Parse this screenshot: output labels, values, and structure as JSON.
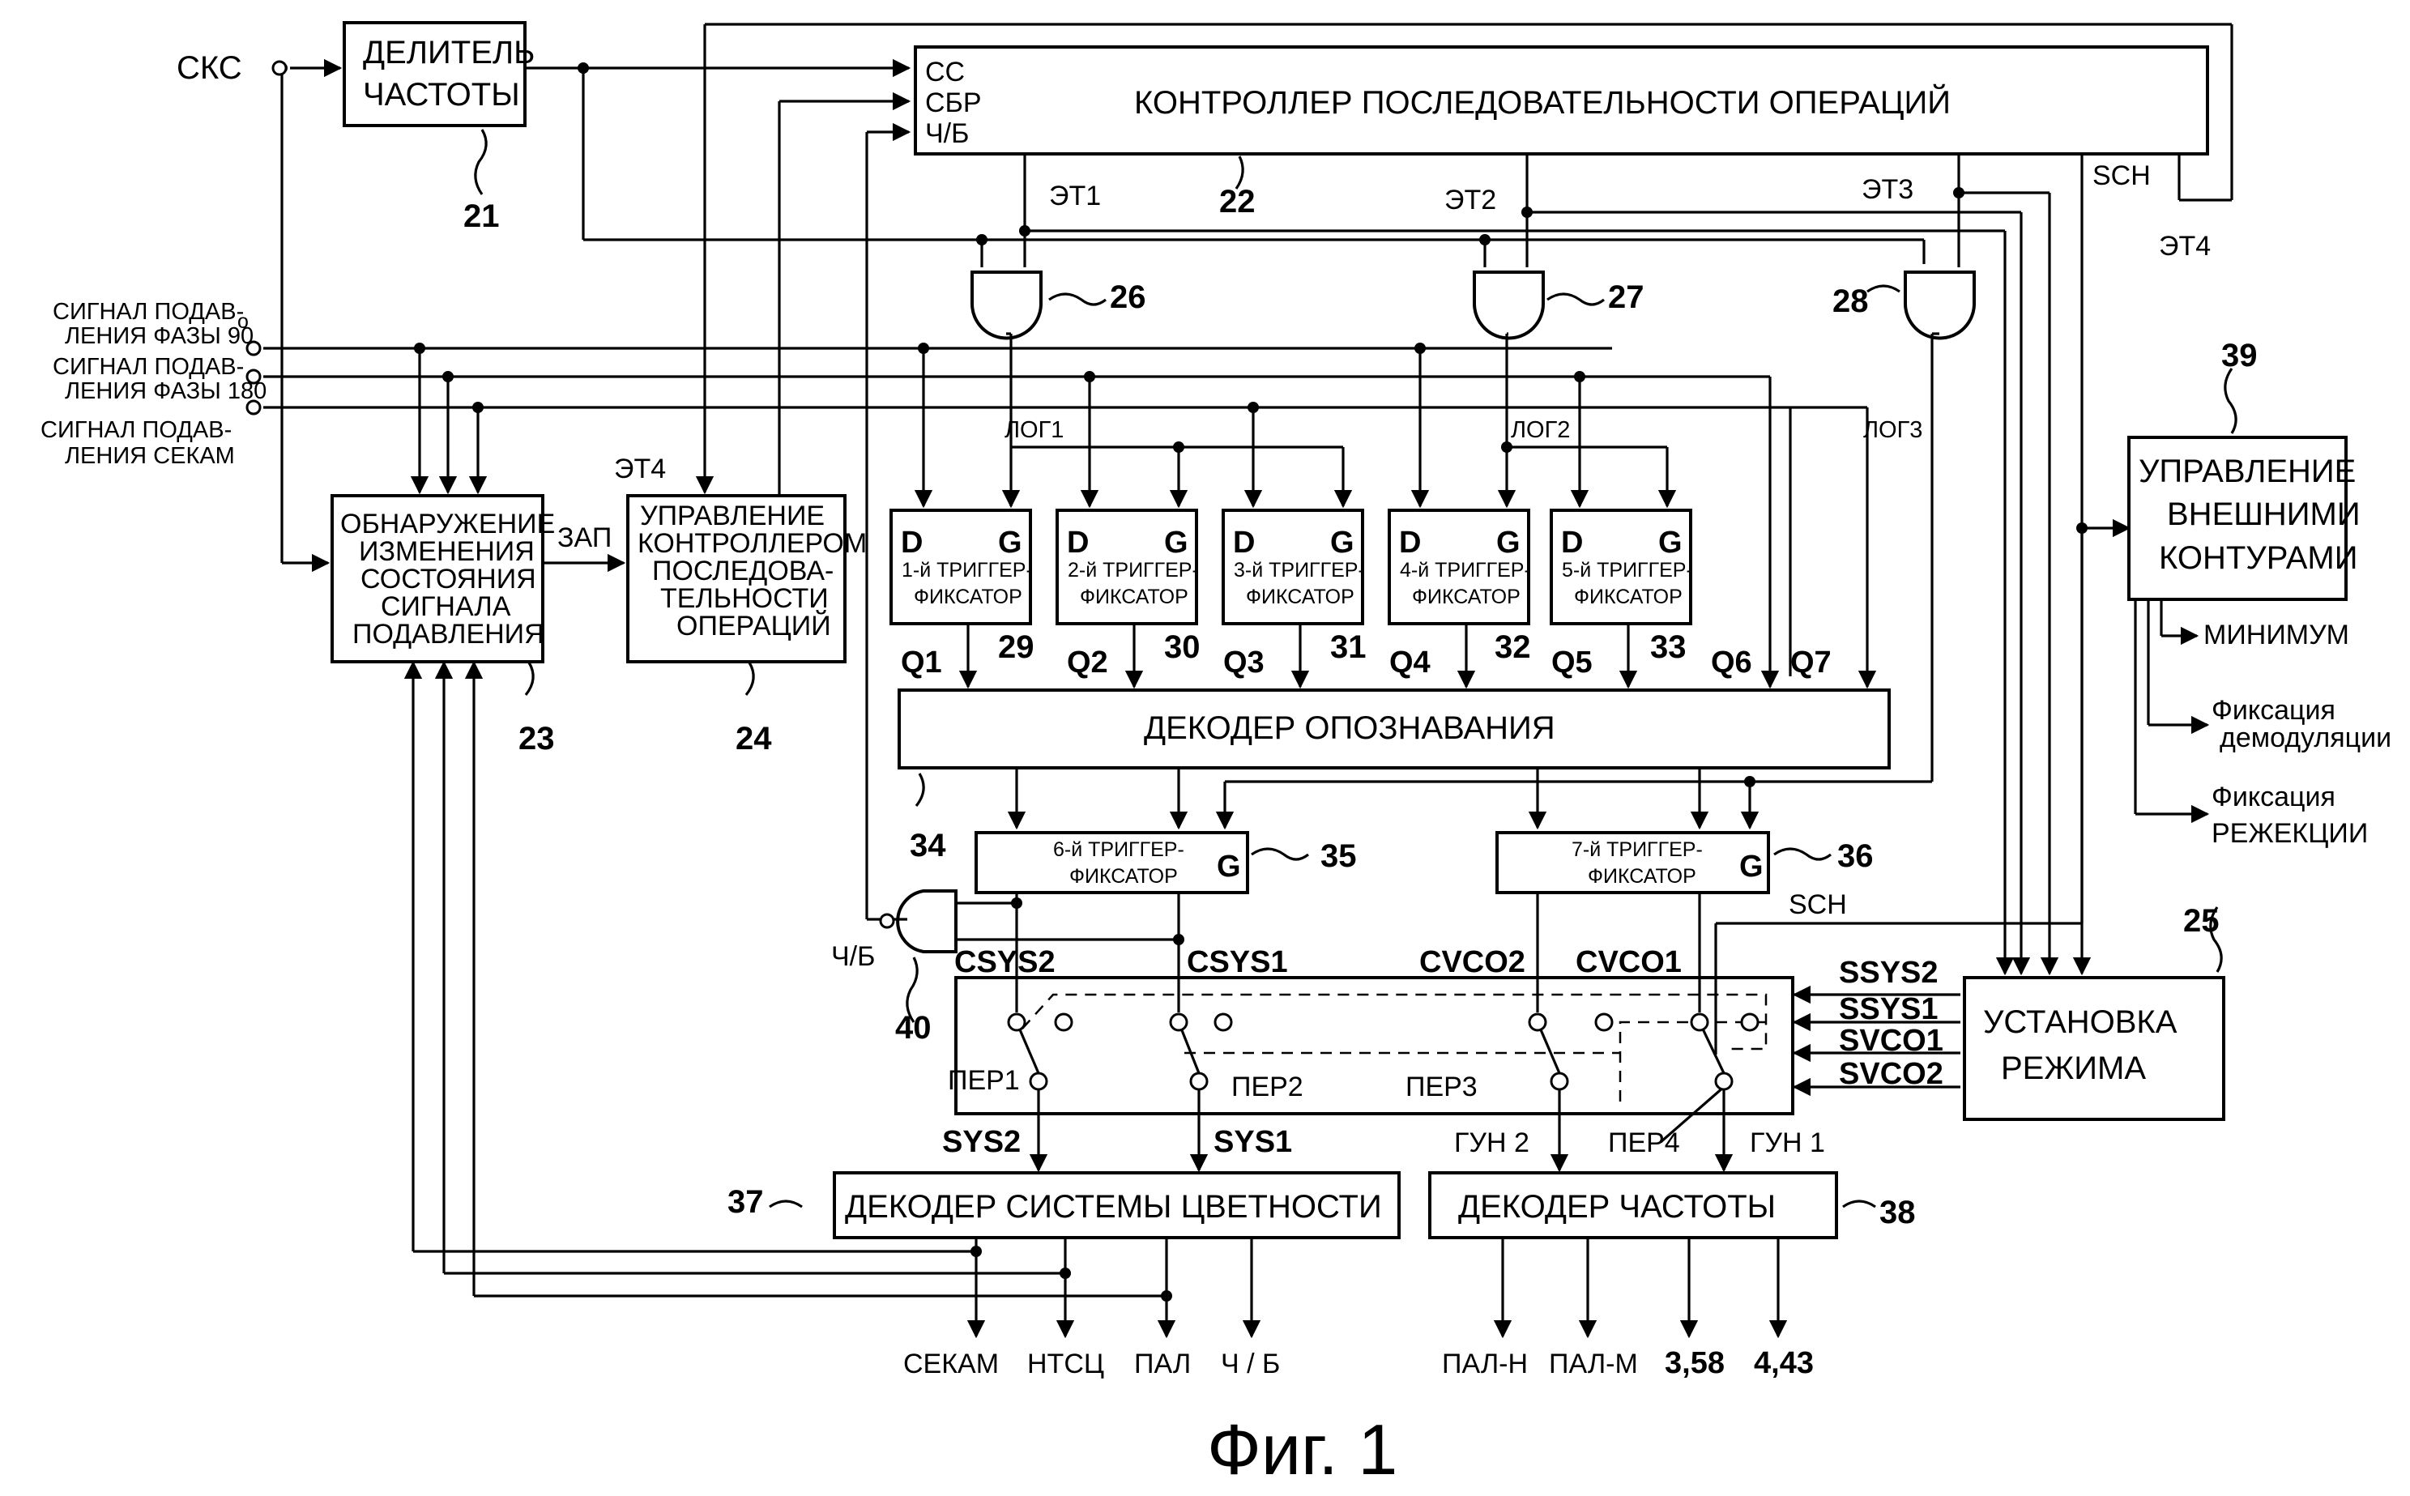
{
  "figure": {
    "caption": "Фиг. 1"
  },
  "inputs": {
    "ckc": "СКС",
    "sup90": [
      "СИГНАЛ ПОДАВ-",
      "ЛЕНИЯ ФАЗЫ 90"
    ],
    "sup180": [
      "СИГНАЛ ПОДАВ-",
      "ЛЕНИЯ ФАЗЫ 180"
    ],
    "supsecam": [
      "СИГНАЛ ПОДАВ-",
      "ЛЕНИЯ СЕКАМ"
    ]
  },
  "blocks": {
    "divider": {
      "lines": [
        "ДЕЛИТЕЛЬ",
        "ЧАСТОТЫ"
      ],
      "ref": "21"
    },
    "controller": {
      "title": "КОНТРОЛЛЕР ПОСЛЕДОВАТЕЛЬНОСТИ ОПЕРАЦИЙ",
      "ports": [
        "СС",
        "СБР",
        "Ч/Б"
      ],
      "ref": "22"
    },
    "detect": {
      "lines": [
        "ОБНАРУЖЕНИЕ",
        "ИЗМЕНЕНИЯ",
        "СОСТОЯНИЯ",
        "СИГНАЛА",
        "ПОДАВЛЕНИЯ"
      ],
      "ref": "23"
    },
    "ctrl_mgmt": {
      "lines": [
        "УПРАВЛЕНИЕ",
        "КОНТРОЛЛЕРОМ",
        "ПОСЛЕДОВА-",
        "ТЕЛЬНОСТИ",
        "ОПЕРАЦИЙ"
      ],
      "ref": "24"
    },
    "mode": {
      "lines": [
        "УСТАНОВКА",
        "РЕЖИМА"
      ],
      "ref": "25"
    },
    "ident_decoder": {
      "title": "ДЕКОДЕР  ОПОЗНАВАНИЯ",
      "ref": "34"
    },
    "color_decoder": {
      "title": "ДЕКОДЕР СИСТЕМЫ ЦВЕТНОСТИ",
      "ref": "37"
    },
    "freq_decoder": {
      "title": "ДЕКОДЕР  ЧАСТОТЫ",
      "ref": "38"
    },
    "ext": {
      "lines": [
        "УПРАВЛЕНИЕ",
        "ВНЕШНИМИ",
        "КОНТУРАМИ"
      ],
      "ref": "39"
    }
  },
  "latches": [
    {
      "d": "D",
      "g": "G",
      "lines": [
        "1-й ТРИГГЕР-",
        "ФИКСАТОР"
      ],
      "ref": "29",
      "q": "Q1"
    },
    {
      "d": "D",
      "g": "G",
      "lines": [
        "2-й ТРИГГЕР-",
        "ФИКСАТОР"
      ],
      "ref": "30",
      "q": "Q2"
    },
    {
      "d": "D",
      "g": "G",
      "lines": [
        "3-й ТРИГГЕР-",
        "ФИКСАТОР"
      ],
      "ref": "31",
      "q": "Q3"
    },
    {
      "d": "D",
      "g": "G",
      "lines": [
        "4-й ТРИГГЕР-",
        "ФИКСАТОР"
      ],
      "ref": "32",
      "q": "Q4"
    },
    {
      "d": "D",
      "g": "G",
      "lines": [
        "5-й ТРИГГЕР-",
        "ФИКСАТОР"
      ],
      "ref": "33",
      "q": "Q5"
    }
  ],
  "extra_q": [
    "Q6",
    "Q7"
  ],
  "latch6": {
    "lines": [
      "6-й ТРИГГЕР-",
      "ФИКСАТОР"
    ],
    "g": "G",
    "ref": "35"
  },
  "latch7": {
    "lines": [
      "7-й ТРИГГЕР-",
      "ФИКСАТОР"
    ],
    "g": "G",
    "ref": "36"
  },
  "gates": {
    "and1": "26",
    "and2": "27",
    "and3": "28",
    "nand": "40"
  },
  "signals": {
    "et1": "ЭТ1",
    "et2": "ЭТ2",
    "et3": "ЭТ3",
    "et4": "ЭТ4",
    "et4b": "ЭТ4",
    "sch_top": "SCH",
    "sch_bot": "SCH",
    "zap": "ЗАП",
    "log1": "ЛОГ1",
    "log2": "ЛОГ2",
    "log3": "ЛОГ3",
    "bw_gate": "Ч/Б",
    "csys2": "CSYS2",
    "csys1": "CSYS1",
    "cvco2": "CVCO2",
    "cvco1": "CVCO1",
    "ssys2": "SSYS2",
    "ssys1": "SSYS1",
    "svco1": "SVCO1",
    "svco2": "SVCO2",
    "per1": "ПЕР1",
    "per2": "ПЕР2",
    "per3": "ПЕР3",
    "per4": "ПЕР4",
    "sys2": "SYS2",
    "sys1": "SYS1",
    "gun2": "ГУН 2",
    "gun1": "ГУН 1"
  },
  "outputs": {
    "color": [
      "СЕКАМ",
      "НТСЦ",
      "ПАЛ",
      "Ч / Б"
    ],
    "freq": [
      "ПАЛ-Н",
      "ПАЛ-М",
      "3,58",
      "4,43"
    ],
    "ext": [
      {
        "lines": [
          "МИНИМУМ"
        ]
      },
      {
        "lines": [
          "Фиксация",
          "демодуляции"
        ]
      },
      {
        "lines": [
          "Фиксация",
          "РЕЖЕКЦИИ"
        ]
      }
    ]
  }
}
